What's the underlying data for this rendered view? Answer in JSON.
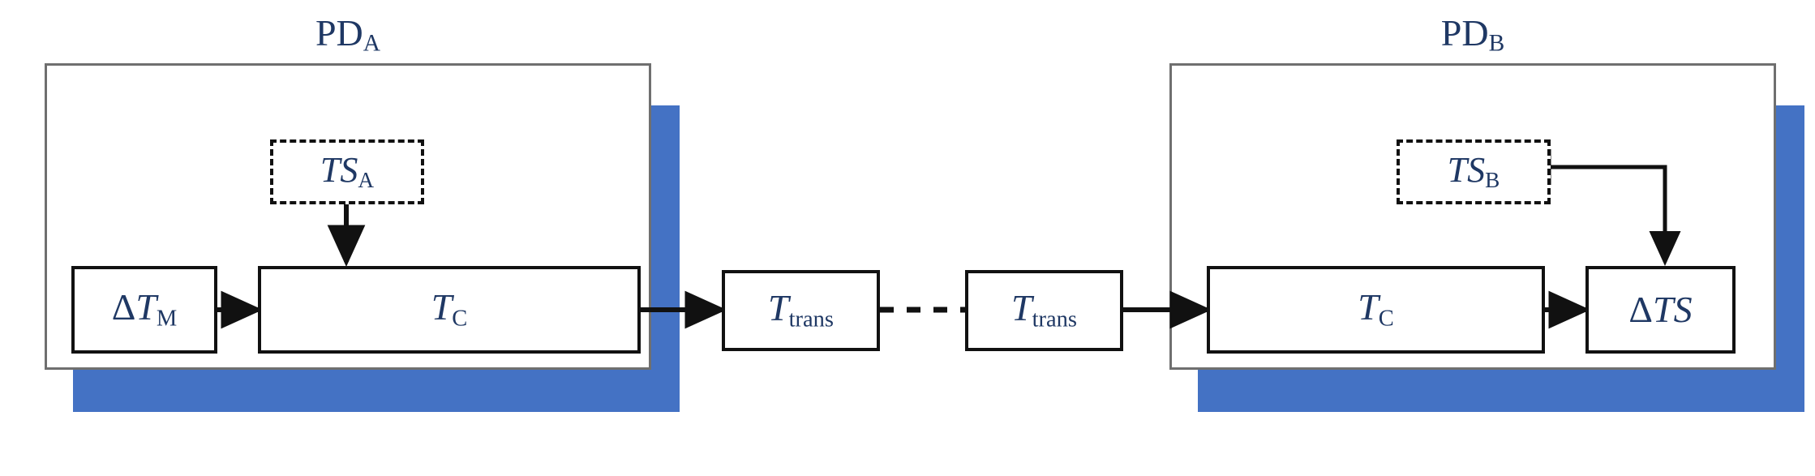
{
  "figure": {
    "type": "block-diagram",
    "background": "#ffffff",
    "accent_blue": "#4472C4",
    "text_navy": "#1F3864",
    "line_black": "#111111",
    "panel_border_gray": "#6f6f6f"
  },
  "panels": [
    {
      "id": "pd-a",
      "caption": "PD",
      "caption_sub": "A",
      "blocks": [
        {
          "id": "delta-tm",
          "base": "ΔT",
          "sub": "M",
          "style": "solid"
        },
        {
          "id": "tc-a",
          "base": "T",
          "sub": "C",
          "style": "solid"
        },
        {
          "id": "ts-a",
          "base": "TS",
          "sub": "A",
          "style": "dashed"
        }
      ]
    },
    {
      "id": "pd-b",
      "caption": "PD",
      "caption_sub": "B",
      "blocks": [
        {
          "id": "tc-b",
          "base": "T",
          "sub": "C",
          "style": "solid"
        },
        {
          "id": "delta-ts",
          "base": "ΔTS",
          "sub": "",
          "style": "solid"
        },
        {
          "id": "ts-b",
          "base": "TS",
          "sub": "B",
          "style": "dashed"
        }
      ]
    }
  ],
  "middle_blocks": [
    {
      "id": "t-trans-left",
      "base": "T",
      "sub": "trans",
      "style": "solid"
    },
    {
      "id": "t-trans-right",
      "base": "T",
      "sub": "trans",
      "style": "solid"
    }
  ],
  "connectors": [
    {
      "id": "tsa-to-tca",
      "kind": "arrow-down",
      "dashed": false
    },
    {
      "id": "dtm-to-tca",
      "kind": "arrow-right",
      "dashed": false
    },
    {
      "id": "tca-to-ttransleft",
      "kind": "arrow-double",
      "dashed": false
    },
    {
      "id": "ttrans-link",
      "kind": "line",
      "dashed": true
    },
    {
      "id": "ttransright-to-tcb",
      "kind": "arrow-double",
      "dashed": false
    },
    {
      "id": "tcb-to-deltats",
      "kind": "arrow-right",
      "dashed": false
    },
    {
      "id": "tsb-to-deltats",
      "kind": "elbow-right-down",
      "dashed": false
    }
  ]
}
